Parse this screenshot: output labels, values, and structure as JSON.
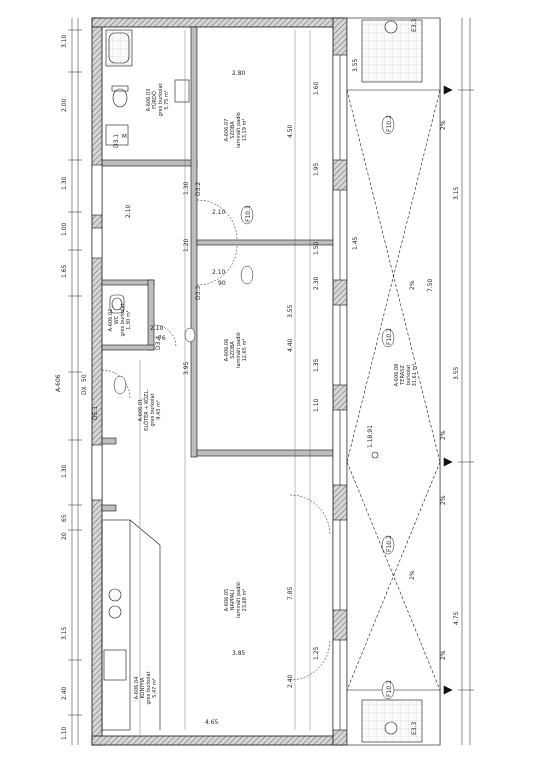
{
  "dimensions_left": [
    "3.10",
    "2.00",
    "1.30",
    "1.00",
    "1.65",
    "A-606",
    "1.30",
    "65",
    "20",
    "3.15",
    "2.40",
    "1.10"
  ],
  "dimensions_right": [
    "3.55",
    "3.15",
    "1.45",
    "7.50",
    "3.55",
    "4.75"
  ],
  "dimensions_inner": [
    "2.80",
    "1.60",
    "4.50",
    "1.95",
    "1.50",
    "2.30",
    "3.55",
    "4.40",
    "1.35",
    "1.10",
    "7.85",
    "3.85",
    "4.65",
    "1.25",
    "2.40"
  ],
  "door_tags": [
    "2.10",
    "2.10",
    "90",
    "76",
    "2.10",
    "1.20",
    "2.10",
    "1.30",
    "3.95"
  ],
  "section_labels": [
    "E3.3",
    "E3.3",
    "1.18,91"
  ],
  "rooms": [
    {
      "id": "A-606.03",
      "name": "FÜRDŐ",
      "desc": "gres burkolat",
      "area": "5,75 m²"
    },
    {
      "id": "A-606.07",
      "name": "SZOBA",
      "desc": "laminált padló",
      "area": "13,19 m²"
    },
    {
      "id": "A-606.02",
      "name": "WC",
      "desc": "gres burkolat",
      "area": "1,30 m²"
    },
    {
      "id": "A-606.06",
      "name": "SZOBA",
      "desc": "laminált padló",
      "area": "12,65 m²"
    },
    {
      "id": "A-606.01",
      "name": "ELŐTÉR + KÖZL.",
      "desc": "gres burkolat",
      "area": "9,43 m²"
    },
    {
      "id": "A-606.05",
      "name": "NAPPALI",
      "desc": "laminált padló",
      "area": "23,68 m²"
    },
    {
      "id": "A-606.04",
      "name": "KONYHA",
      "desc": "gres burkolat",
      "area": "5,47 m²"
    },
    {
      "id": "A-606.08",
      "name": "TERASZ",
      "desc": "burkolat",
      "area": "31,61 m²"
    }
  ],
  "window_tags": [
    "F10.1",
    "F10.2",
    "F10.2",
    "F10.2",
    "F10.2"
  ],
  "percent_marks": [
    "2%",
    "2%",
    "2%",
    "2%",
    "2%",
    "2%"
  ],
  "door_labels": [
    "D3.1",
    "D3.2",
    "D3.3",
    "D3.4",
    "D5.1"
  ],
  "misc_labels": [
    "M",
    "DX",
    "50"
  ],
  "colors": {
    "line": "#111111",
    "wall_fill": "#bdbdbd",
    "hatch": "#555555",
    "paper": "#ffffff"
  }
}
